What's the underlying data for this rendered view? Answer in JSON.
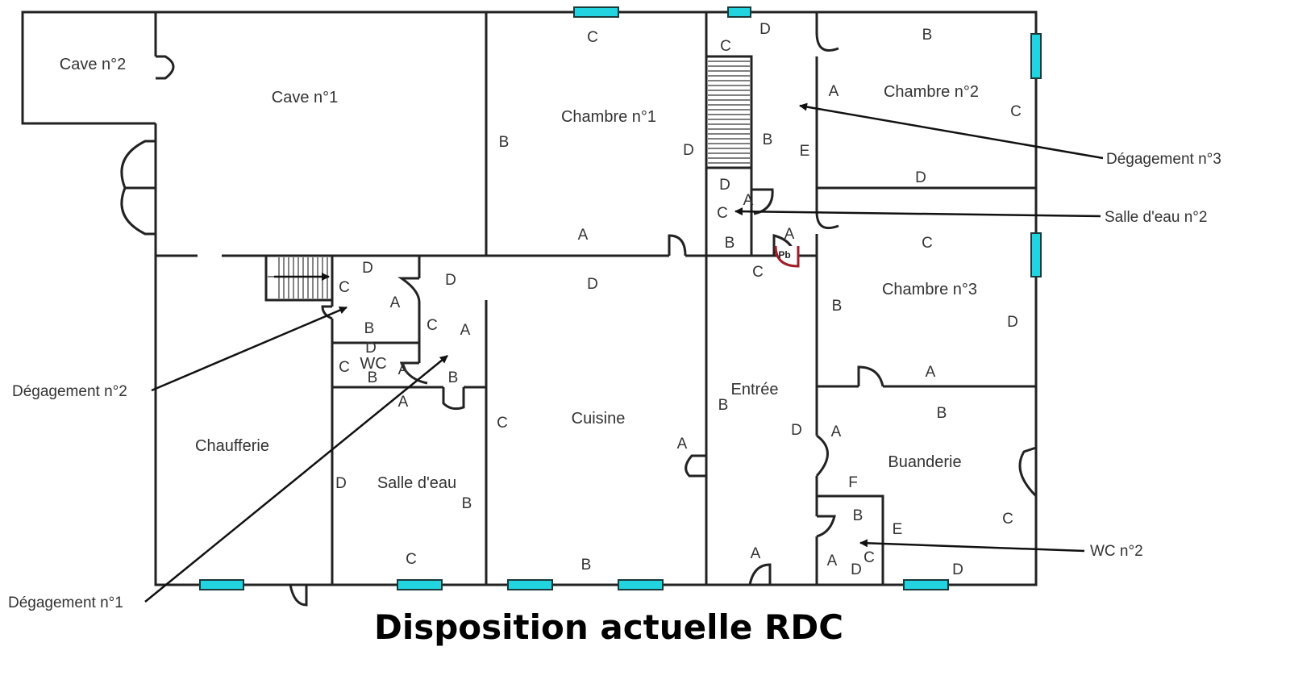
{
  "title": "Disposition actuelle RDC",
  "rooms": {
    "cave2": "Cave n°2",
    "cave1": "Cave n°1",
    "chambre1": "Chambre n°1",
    "chambre2": "Chambre n°2",
    "chambre3": "Chambre n°3",
    "chaufferie": "Chaufferie",
    "salle_eau": "Salle d'eau",
    "cuisine": "Cuisine",
    "entree": "Entrée",
    "buanderie": "Buanderie",
    "wc": "WC"
  },
  "callouts": {
    "degagement3": "Dégagement n°3",
    "salle_eau2": "Salle d'eau n°2",
    "wc2": "WC n°2",
    "degagement2": "Dégagement n°2",
    "degagement1": "Dégagement n°1"
  },
  "marker": "Pb",
  "wall_labels": [
    "C",
    "D",
    "C",
    "B",
    "A",
    "C",
    "B",
    "D",
    "B",
    "E",
    "D",
    "D",
    "A",
    "C",
    "A",
    "B",
    "A",
    "C",
    "C",
    "D",
    "D",
    "D",
    "C",
    "A",
    "B",
    "D",
    "B",
    "C",
    "A",
    "D",
    "C",
    "B",
    "A",
    "B",
    "A",
    "A",
    "B",
    "D",
    "A",
    "B",
    "C",
    "A",
    "D",
    "B",
    "F",
    "B",
    "E",
    "C",
    "A",
    "C",
    "B",
    "A",
    "D",
    "C",
    "D"
  ],
  "colors": {
    "window": "#22d3e0",
    "marker": "#a01c28"
  }
}
